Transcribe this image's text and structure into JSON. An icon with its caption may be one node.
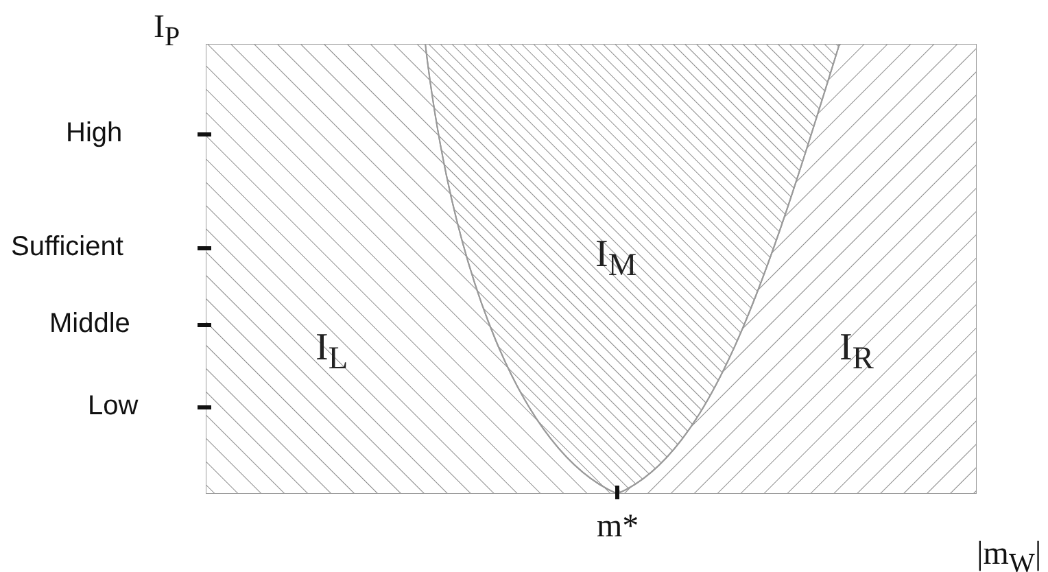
{
  "diagram": {
    "nodes": [
      {
        "text": [
          "I$_{L}$"
        ]
      },
      {
        "text": [
          "I$_{M}$"
        ]
      },
      {
        "text": [
          "I$_{R}$"
        ]
      }
    ],
    "labels": [
      "I$_{P}$",
      "High",
      "Sufficient",
      "Middle",
      "Low",
      "m*",
      "|m$_{W}$|"
    ]
  }
}
